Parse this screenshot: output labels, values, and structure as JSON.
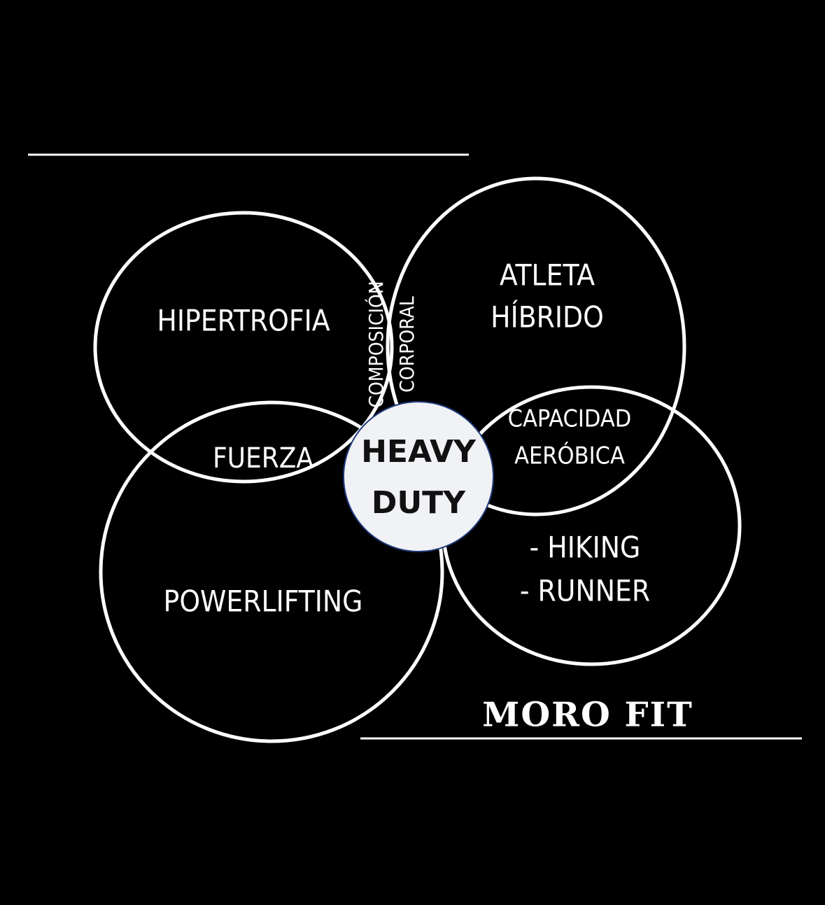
{
  "colors": {
    "background": "#000000",
    "stroke": "#ffffff",
    "center_fill": "#f1f2f6",
    "center_stroke": "#1f3a7a",
    "center_text": "#111111"
  },
  "diagram": {
    "circles": [
      {
        "id": "hipertrofia",
        "lines": [
          "HIPERTROFIA"
        ]
      },
      {
        "id": "atleta-hibrido",
        "lines": [
          "ATLETA",
          "HÍBRIDO"
        ]
      },
      {
        "id": "powerlifting",
        "lines": [
          "POWERLIFTING"
        ]
      },
      {
        "id": "hiking-runner",
        "lines": [
          "- HIKING",
          "- RUNNER"
        ]
      }
    ],
    "overlaps": {
      "composicion_corporal": [
        "COMPOSICIÓN",
        "CORPORAL"
      ],
      "fuerza": [
        "FUERZA"
      ],
      "capacidad_aerobica": [
        "CAPACIDAD",
        "AERÓBICA"
      ]
    },
    "center": [
      "HEAVY",
      "DUTY"
    ]
  },
  "brand": {
    "name": "MORO FIT"
  }
}
